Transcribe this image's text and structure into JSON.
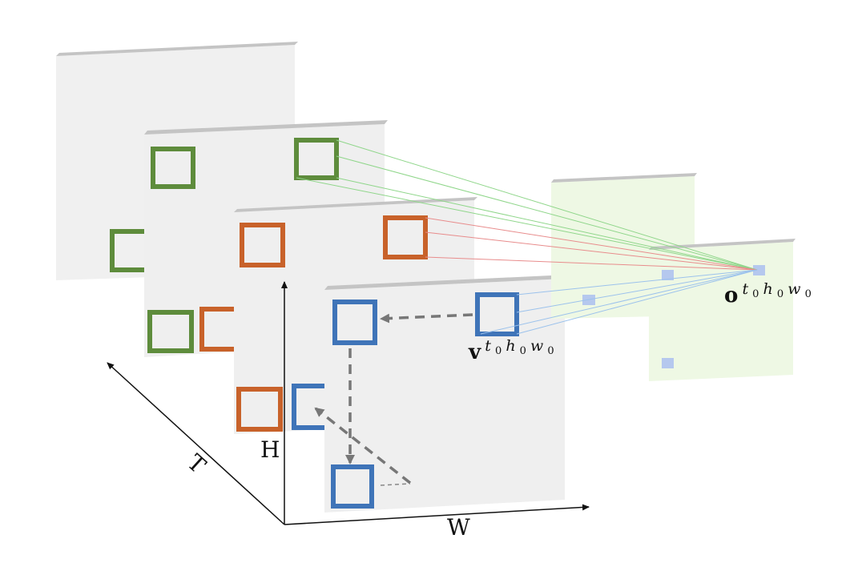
{
  "axes": {
    "h_label": "H",
    "w_label": "W",
    "t_label": "T"
  },
  "labels": {
    "v_symbol": "v",
    "o_symbol": "o",
    "sup_t": "t",
    "sub_t": "0",
    "sup_h": "h",
    "sub_h": "0",
    "sup_w": "w",
    "sub_w": "0"
  },
  "colors": {
    "frame_fill": "#f0f0f0",
    "frame_edge": "#c6c6c6",
    "output_fill": "#eef8e4",
    "green_box": "#5e8c3c",
    "orange_box": "#c8622a",
    "blue_box": "#3f74b8",
    "output_token": "#b5c8ee",
    "green_line": "#8fd68a",
    "red_line": "#e88c8c",
    "blue_line": "#9cc2ec",
    "arrow_gray": "#777777"
  }
}
